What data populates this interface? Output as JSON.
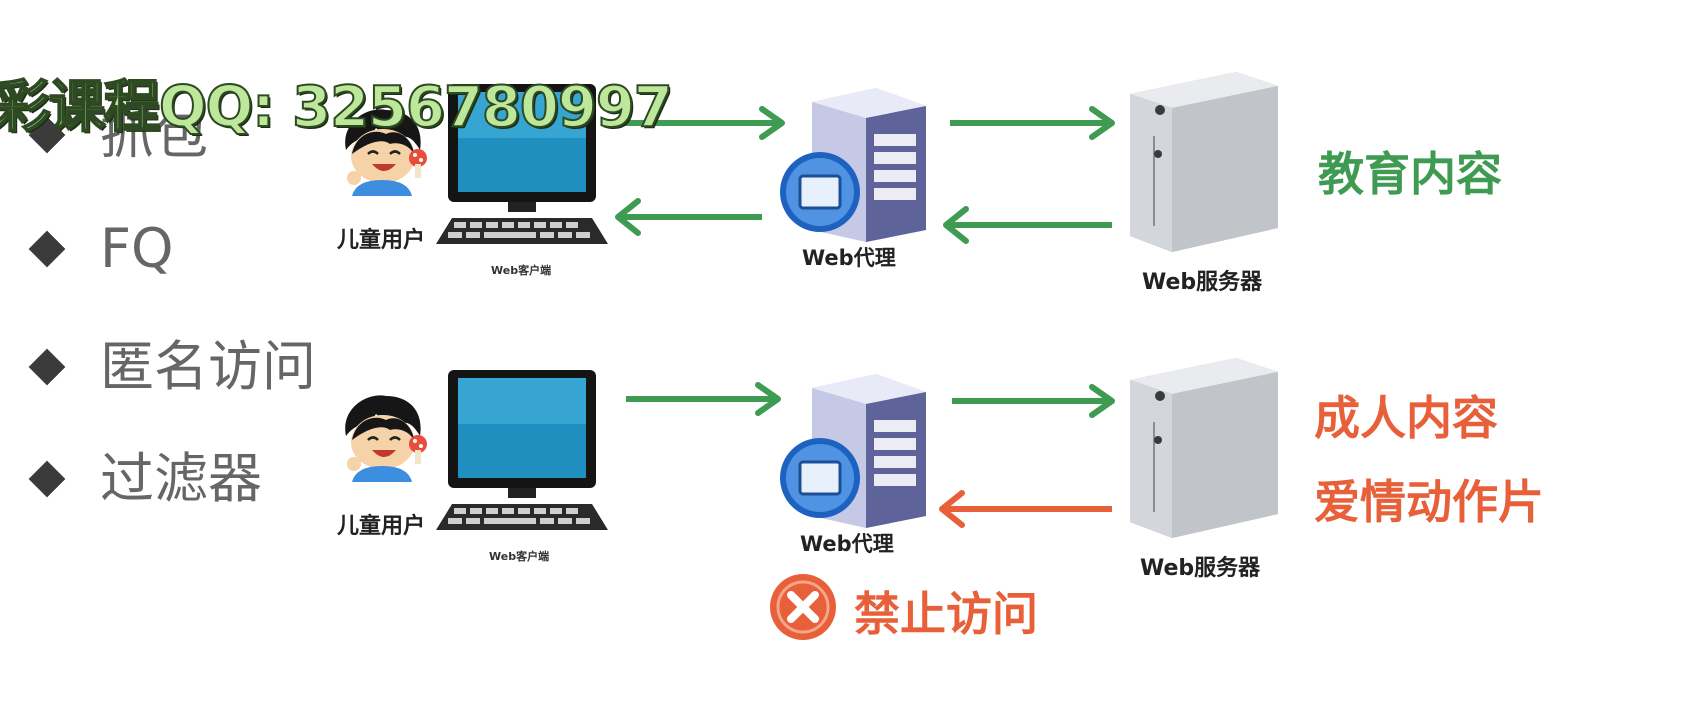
{
  "watermark": "彩课程QQ: 3256780997",
  "bullets": [
    "抓包",
    "FQ",
    "匿名访问",
    "过滤器"
  ],
  "row1": {
    "child_label": "儿童用户",
    "client_label": "Web客户端",
    "proxy_label": "Web代理",
    "server_label": "Web服务器",
    "content_label": "教育内容"
  },
  "row2": {
    "child_label": "儿童用户",
    "client_label": "Web客户端",
    "proxy_label": "Web代理",
    "server_label": "Web服务器",
    "content_label_1": "成人内容",
    "content_label_2": "爱情动作片",
    "denied_label": "禁止访问"
  },
  "colors": {
    "green": "#3f9a52",
    "red": "#e8603a",
    "bullet_text": "#666666"
  }
}
